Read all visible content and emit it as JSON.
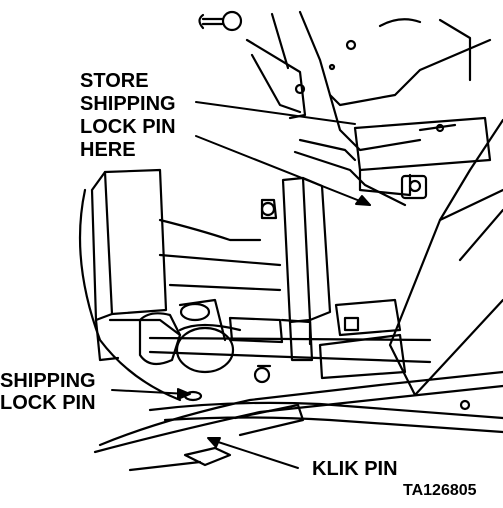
{
  "figure": {
    "callouts": {
      "store": [
        "STORE",
        "SHIPPING",
        "LOCK PIN",
        "HERE"
      ],
      "shipping": [
        "SHIPPING",
        "LOCK PIN"
      ],
      "klik": "KLIK PIN"
    },
    "figure_id": "TA126805"
  },
  "colors": {
    "ink": "#000000",
    "paper": "#ffffff"
  }
}
